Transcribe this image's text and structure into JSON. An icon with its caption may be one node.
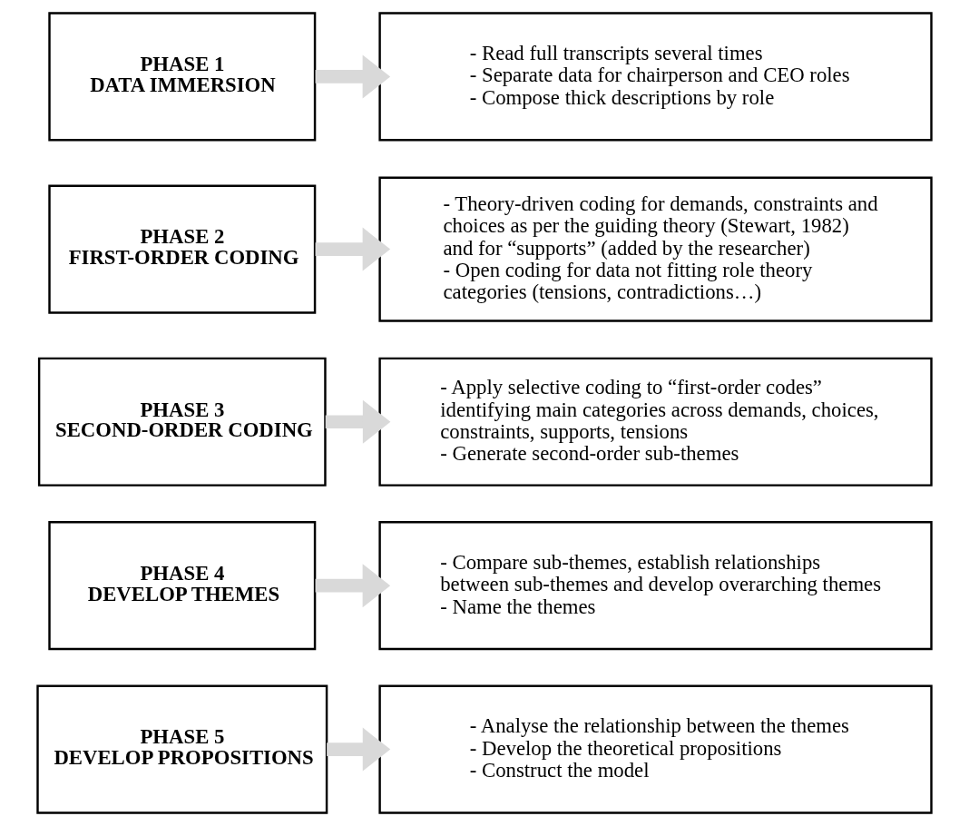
{
  "diagram": {
    "nodes": [
      {
        "text": [
          "PHASE 1",
          "DATA IMMERSION"
        ]
      },
      {
        "text": [
          "- Read full transcripts several times",
          "- Separate data for chairperson and CEO roles",
          "- Compose thick descriptions by role"
        ]
      },
      {
        "text": [
          "PHASE 2",
          "FIRST-ORDER CODING"
        ]
      },
      {
        "text": [
          "- Theory-driven coding for demands, constraints and choices as per the guiding theory (Stewart, 1982) and for “supports” (added by the researcher)",
          "- Open coding for data not fitting role theory categories (tensions, contradictions…)"
        ]
      },
      {
        "text": [
          "PHASE 3",
          "SECOND-ORDER CODING"
        ]
      },
      {
        "text": [
          "- Apply selective coding to “first-order codes” identifying main categories across demands, choices, constraints, supports, tensions",
          "- Generate second-order sub-themes"
        ]
      },
      {
        "text": [
          "PHASE 4",
          "DEVELOP THEMES"
        ]
      },
      {
        "text": [
          "- Compare sub-themes, establish relationships between sub-themes and develop overarching themes",
          "- Name the themes"
        ]
      },
      {
        "text": [
          "PHASE 5",
          "DEVELOP PROPOSITIONS"
        ]
      },
      {
        "text": [
          "- Analyse the relationship between the themes",
          "- Develop the theoretical propositions",
          "- Construct the model"
        ]
      }
    ],
    "edges": [
      {
        "from": 0,
        "to": 1,
        "arrow": "to"
      },
      {
        "from": 2,
        "to": 3,
        "arrow": "to"
      },
      {
        "from": 4,
        "to": 5,
        "arrow": "to"
      },
      {
        "from": 6,
        "to": 7,
        "arrow": "to"
      },
      {
        "from": 8,
        "to": 9,
        "arrow": "to"
      }
    ]
  }
}
